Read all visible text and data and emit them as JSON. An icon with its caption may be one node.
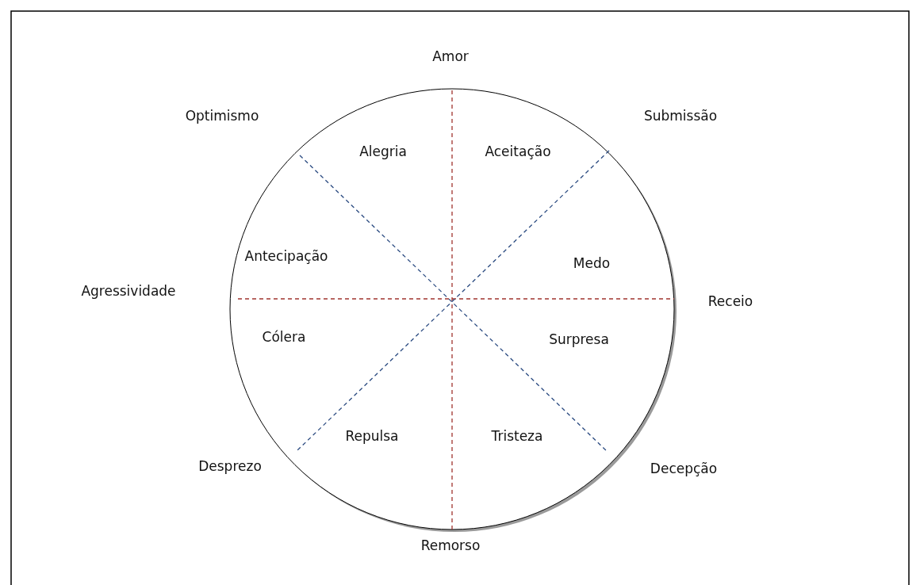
{
  "diagram": {
    "labels": [
      "Amor",
      "Optimismo",
      "Submissão",
      "Alegria",
      "Aceitação",
      "Antecipação",
      "Medo",
      "Agressividade",
      "Receio",
      "Cólera",
      "Surpresa",
      "Repulsa",
      "Tristeza",
      "Desprezo",
      "Decepção",
      "Remorso"
    ]
  }
}
